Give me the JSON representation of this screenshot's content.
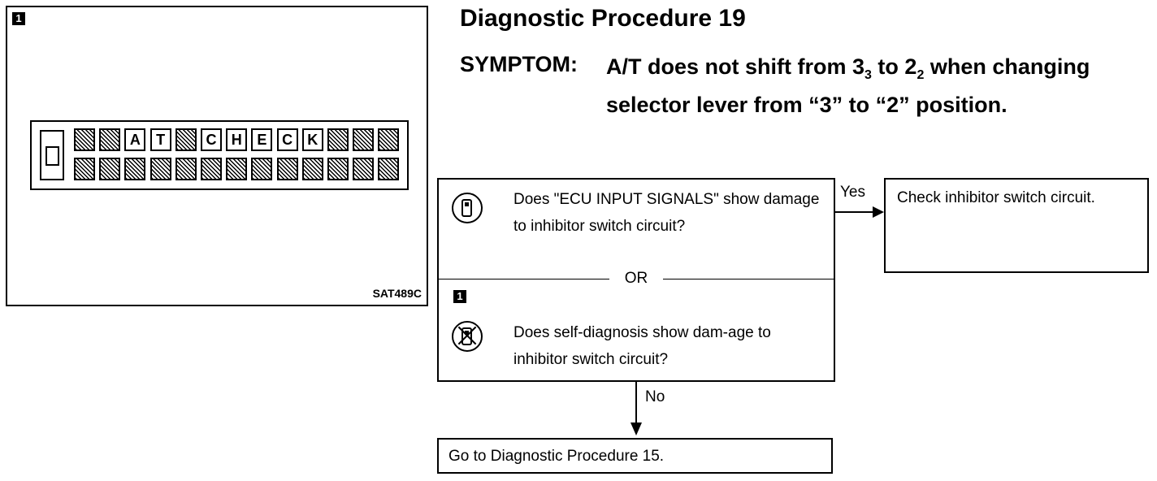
{
  "figure": {
    "step_badge": "1",
    "code": "SAT489C",
    "display_rows": [
      [
        "",
        "",
        "A",
        "T",
        "",
        "C",
        "H",
        "E",
        "C",
        "K",
        "",
        "",
        ""
      ],
      [
        "",
        "",
        "",
        "",
        "",
        "",
        "",
        "",
        "",
        "",
        "",
        "",
        ""
      ]
    ]
  },
  "header": {
    "title": "Diagnostic Procedure 19",
    "symptom_label": "SYMPTOM:",
    "symptom_part1": "A/T does not shift from 3",
    "symptom_sub1": "3",
    "symptom_part2": " to 2",
    "symptom_sub2": "2",
    "symptom_part3": " when changing selector lever from “3” to “2” position."
  },
  "flow": {
    "question1": "Does \"ECU INPUT SIGNALS\" show damage to inhibitor switch circuit?",
    "or_label": "OR",
    "step_badge": "1",
    "question2": "Does self-diagnosis show dam-age to inhibitor switch circuit?",
    "yes_label": "Yes",
    "yes_action": "Check inhibitor switch circuit.",
    "no_label": "No",
    "no_action": "Go to Diagnostic Procedure 15."
  }
}
